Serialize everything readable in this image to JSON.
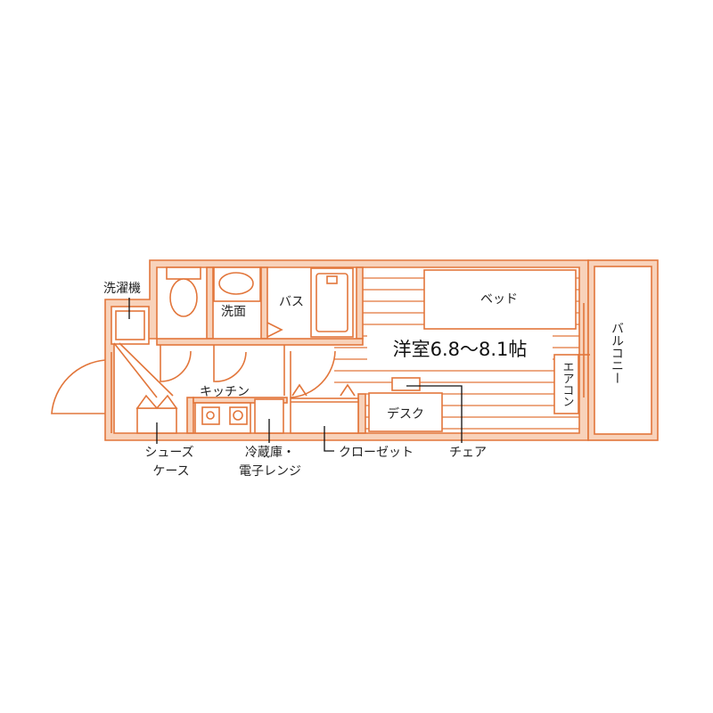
{
  "colors": {
    "wall_stroke": "#e2763b",
    "wall_fill": "#f8d2ba",
    "label": "#222222"
  },
  "labels": {
    "washing_machine": "洗濯機",
    "washroom": "洗面",
    "bath": "バス",
    "bed": "ベッド",
    "western_room": "洋室6.8～8.1帖",
    "balcony": "バルコニー",
    "aircon": "エアコン",
    "kitchen": "キッチン",
    "desk": "デスク",
    "shoe_case_line1": "シューズ",
    "shoe_case_line2": "ケース",
    "fridge_line1": "冷蔵庫・",
    "fridge_line2": "電子レンジ",
    "closet": "クローゼット",
    "chair": "チェア"
  }
}
